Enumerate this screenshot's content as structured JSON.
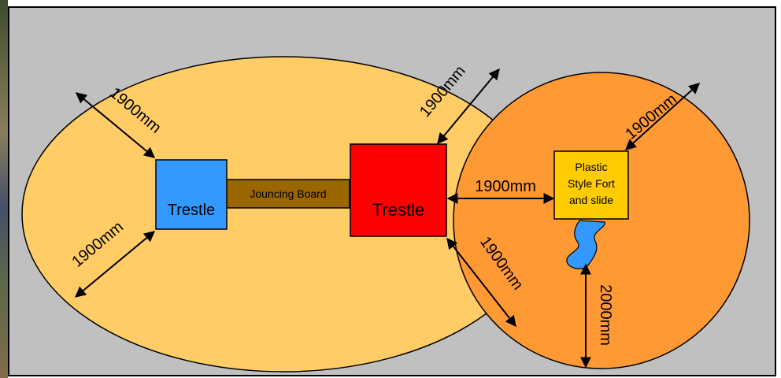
{
  "diagram": {
    "trestle_left_label": "Trestle",
    "trestle_right_label": "Trestle",
    "board_label": "Jouncing Board",
    "fort_label_lines": [
      "Plastic",
      "Style Fort",
      "and slide"
    ],
    "dimensions": {
      "left_upper": "1900mm",
      "left_lower": "1900mm",
      "red_top": "1900mm",
      "red_to_fort": "1900mm",
      "red_lower": "1900mm",
      "fort_upper": "1900mm",
      "fort_down": "2000mm"
    }
  },
  "colors": {
    "background": "#c0c0c0",
    "large_zone": "#ffcc66",
    "round_zone": "#ff9933",
    "left_trestle": "#3399ff",
    "right_trestle": "#ff0000",
    "jouncing_board": "#996600",
    "fort": "#ffcc00",
    "slide": "#3399ff"
  }
}
